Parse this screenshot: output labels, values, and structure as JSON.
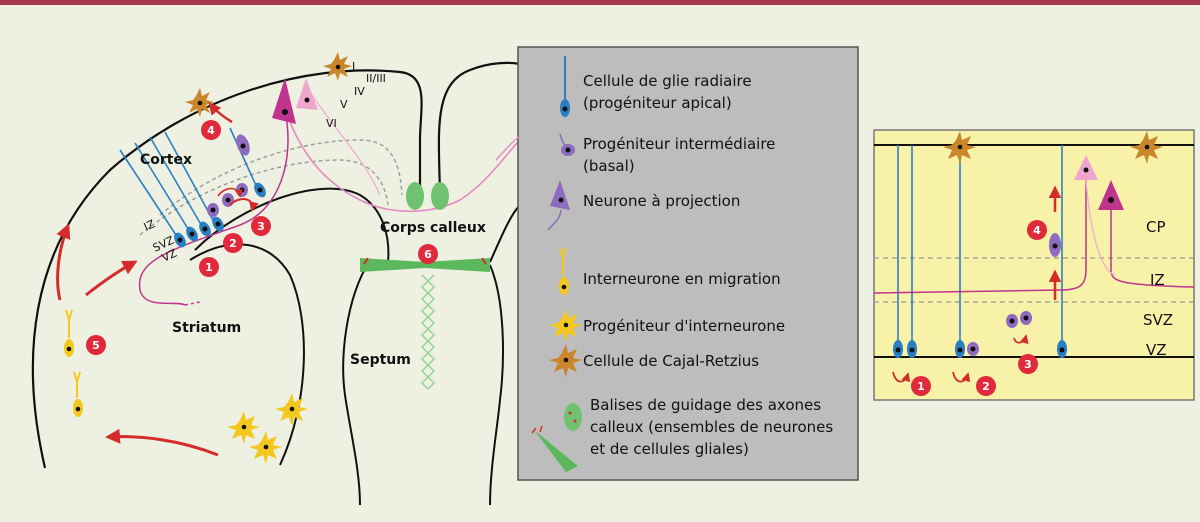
{
  "colors": {
    "background": "#eef1e2",
    "top_bar": "#a63a4a",
    "legend_panel": "#bdbdbd",
    "inset_panel": "#f8f1a8",
    "radial_glia": "#2a7fc4",
    "intermediate_progenitor": "#8e6bbf",
    "projection_neuron": "#c0338f",
    "interneuron": "#f2c81e",
    "cajal_retzius": "#c9862b",
    "guidepost_green": "#4cae4c",
    "arrow_red": "#d42b2b",
    "badge_red": "#e0293a"
  },
  "cortex_labels": {
    "cortex": "Cortex",
    "striatum": "Striatum",
    "septum": "Septum",
    "corps_calleux": "Corps calleux",
    "iz": "IZ",
    "svz": "SVZ",
    "vz": "VZ",
    "layer_1": "I",
    "layer_2_3": "II/III",
    "layer_4": "IV",
    "layer_5": "V",
    "layer_6": "VI"
  },
  "badges": [
    "1",
    "2",
    "3",
    "4",
    "5",
    "6"
  ],
  "legend": {
    "items": [
      {
        "icon": "radial-glia-icon",
        "label": "Cellule de glie radiaire\n(progéniteur apical)"
      },
      {
        "icon": "intermediate-progenitor-icon",
        "label": "Progéniteur intermédiaire\n(basal)"
      },
      {
        "icon": "projection-neuron-icon",
        "label": "Neurone à projection"
      },
      {
        "icon": "migrating-interneuron-icon",
        "label": "Interneurone en migration"
      },
      {
        "icon": "interneuron-progenitor-icon",
        "label": "Progéniteur d'interneurone"
      },
      {
        "icon": "cajal-retzius-icon",
        "label": "Cellule de Cajal-Retzius"
      },
      {
        "icon": "guidepost-icon",
        "label": "Balises de guidage des axones\ncalleux (ensembles de neurones\net de cellules gliales)"
      }
    ]
  },
  "inset": {
    "cp": "CP",
    "iz": "IZ",
    "svz": "SVZ",
    "vz": "VZ"
  }
}
